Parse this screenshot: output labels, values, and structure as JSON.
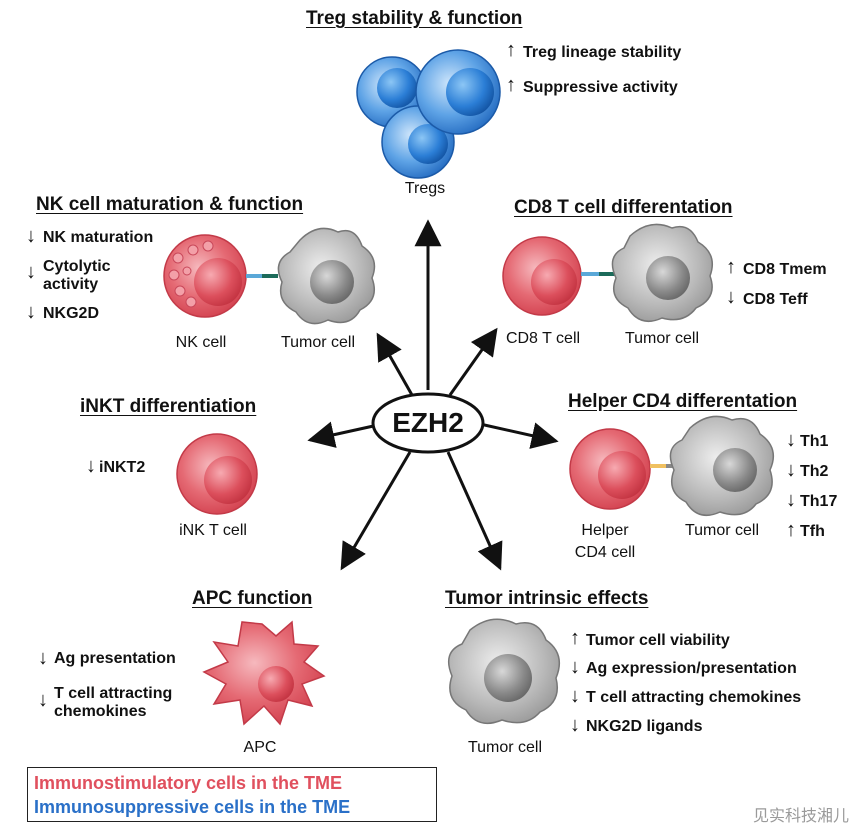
{
  "center": {
    "label": "EZH2"
  },
  "treg": {
    "heading": "Treg stability & function",
    "effects": [
      {
        "dir": "up",
        "text": "Treg lineage stability"
      },
      {
        "dir": "up",
        "text": "Suppressive activity"
      }
    ],
    "cell_label": "Tregs"
  },
  "nk": {
    "heading": "NK cell maturation & function",
    "effects": [
      {
        "dir": "down",
        "text": "NK maturation"
      },
      {
        "dir": "down",
        "text": "Cytolytic activity"
      },
      {
        "dir": "down",
        "text": "NKG2D"
      }
    ],
    "cell_label": "NK cell",
    "tumor_label": "Tumor cell"
  },
  "cd8": {
    "heading": "CD8 T cell differentation",
    "effects": [
      {
        "dir": "up",
        "text": "CD8 Tmem"
      },
      {
        "dir": "down",
        "text": "CD8 Teff"
      }
    ],
    "cell_label": "CD8 T cell",
    "tumor_label": "Tumor cell"
  },
  "inkt": {
    "heading": "iNKT differentiation",
    "effects": [
      {
        "dir": "down",
        "text": "iNKT2"
      }
    ],
    "cell_label": "iNK T cell"
  },
  "cd4": {
    "heading": "Helper CD4 differentation",
    "effects": [
      {
        "dir": "down",
        "text": "Th1"
      },
      {
        "dir": "down",
        "text": "Th2"
      },
      {
        "dir": "down",
        "text": "Th17"
      },
      {
        "dir": "up",
        "text": "Tfh"
      }
    ],
    "cell_label_line1": "Helper",
    "cell_label_line2": "CD4 cell",
    "tumor_label": "Tumor cell"
  },
  "apc": {
    "heading": "APC function",
    "effects": [
      {
        "dir": "down",
        "text": "Ag presentation"
      },
      {
        "dir": "down",
        "text": "T cell attracting chemokines"
      }
    ],
    "cell_label": "APC"
  },
  "tumor": {
    "heading": "Tumor intrinsic effects",
    "effects": [
      {
        "dir": "up",
        "text": "Tumor cell viability"
      },
      {
        "dir": "down",
        "text": "Ag expression/presentation"
      },
      {
        "dir": "down",
        "text": "T cell attracting chemokines"
      },
      {
        "dir": "down",
        "text": "NKG2D ligands"
      }
    ],
    "cell_label": "Tumor cell"
  },
  "legend": {
    "immunostimulatory": "Immunostimulatory cells in the TME",
    "immunosuppressive": "Immunosuppressive cells in the TME",
    "stim_color": "#e0505e",
    "supp_color": "#2a70c8"
  },
  "watermark": "见实科技湘儿",
  "colors": {
    "red_cell": "#e25a66",
    "blue_cell": "#2f7fd4",
    "tumor_gray": "#a9a9a9",
    "ink": "#111111"
  }
}
